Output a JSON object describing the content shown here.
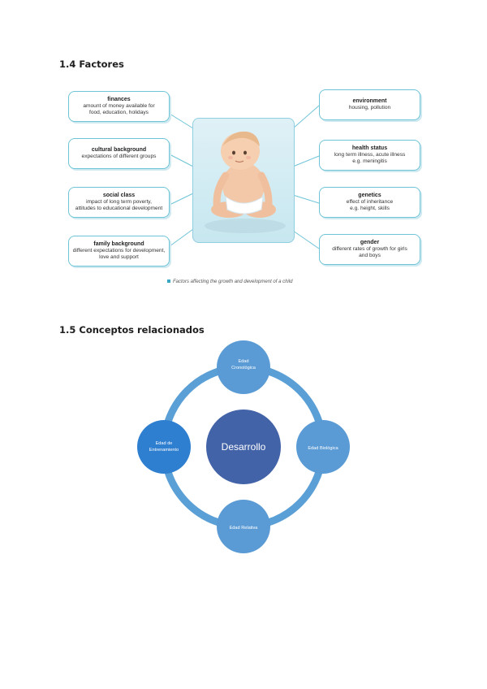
{
  "section_factors": {
    "heading": "1.4 Factores",
    "caption": "Factors affecting the growth and development of a child",
    "left_boxes": [
      {
        "title": "finances",
        "lines": [
          "amount of money available for",
          "food, education, holidays"
        ]
      },
      {
        "title": "cultural background",
        "lines": [
          "expectations of different groups"
        ]
      },
      {
        "title": "social class",
        "lines": [
          "impact of long term poverty,",
          "attitudes to educational development"
        ]
      },
      {
        "title": "family background",
        "lines": [
          "different expectations for development,",
          "love and support"
        ]
      }
    ],
    "right_boxes": [
      {
        "title": "environment",
        "lines": [
          "housing, pollution"
        ]
      },
      {
        "title": "health status",
        "lines": [
          "long term illness, acute illness",
          "e.g. meningitis"
        ]
      },
      {
        "title": "genetics",
        "lines": [
          "effect of inheritance",
          "e.g. height, skills"
        ]
      },
      {
        "title": "gender",
        "lines": [
          "different rates of growth for girls",
          "and boys"
        ]
      }
    ]
  },
  "section_concepts": {
    "heading": "1.5 Conceptos relacionados",
    "center": "Desarrollo",
    "top_lines": [
      "Edad",
      "Cronológica"
    ],
    "right": "Edad Biológica",
    "bottom": "Edad Relativa",
    "left_lines": [
      "Edad de",
      "Entrenamiento"
    ]
  },
  "colors": {
    "accent_teal": "#6fc4d8",
    "ring": "#5a9fd6",
    "center_circle": "#4363a8",
    "node_fill": "#5b9bd5",
    "node_left": "#2f7fd1"
  }
}
